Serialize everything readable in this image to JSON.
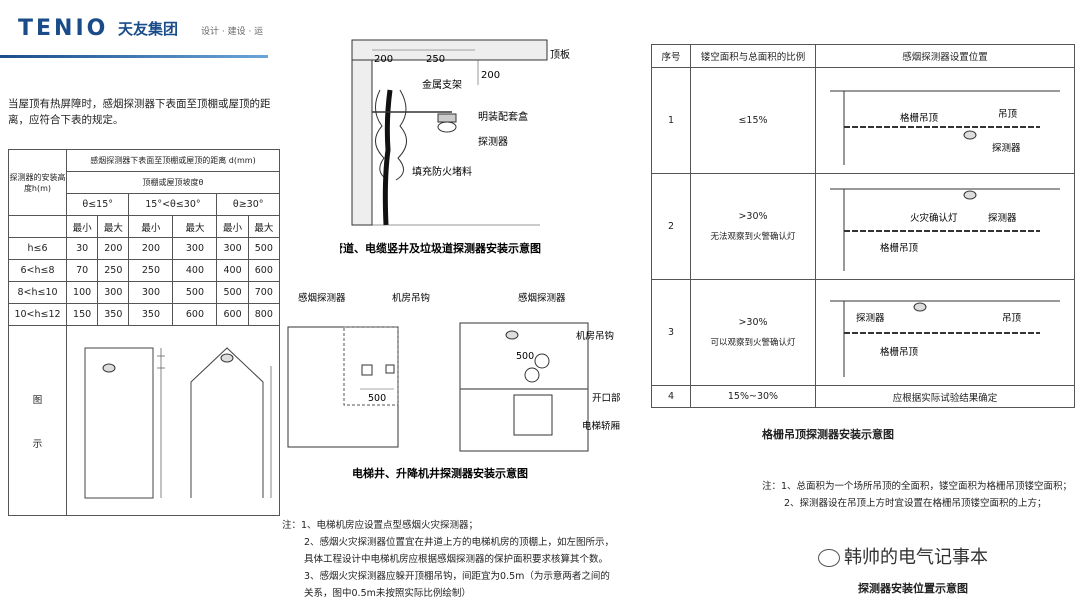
{
  "header": {
    "logo_text": "TENIO",
    "logo_cn": "天友集团",
    "logo_tagline": "设计 · 建设 · 运"
  },
  "intro_text": "当屋顶有热屏障时，感烟探测器下表面至顶棚或屋顶的距离，应符合下表的规定。",
  "height_table": {
    "col_install": "探测器的安装高度h(m)",
    "col_distance": "感烟探测器下表面至顶棚或屋顶的距离 d(mm)",
    "col_slope": "顶棚或屋顶坡度θ",
    "slopes": [
      "θ≤15°",
      "15°<θ≤30°",
      "θ≥30°"
    ],
    "minmax": [
      "最小",
      "最大"
    ],
    "rows": [
      {
        "h": "h≤6",
        "v": [
          "30",
          "200",
          "200",
          "300",
          "300",
          "500"
        ]
      },
      {
        "h": "6<h≤8",
        "v": [
          "70",
          "250",
          "250",
          "400",
          "400",
          "600"
        ]
      },
      {
        "h": "8<h≤10",
        "v": [
          "100",
          "300",
          "300",
          "500",
          "500",
          "700"
        ]
      },
      {
        "h": "10<h≤12",
        "v": [
          "150",
          "350",
          "350",
          "600",
          "600",
          "800"
        ]
      }
    ],
    "diagram_label_1": "图",
    "diagram_label_2": "示"
  },
  "shaft_diagram": {
    "dims": [
      "200",
      "250",
      "200"
    ],
    "labels": [
      "顶板",
      "金属支架",
      "明装配套盒",
      "探测器",
      "填充防火堵料"
    ],
    "caption": "管道、电缆竖井及垃圾道探测器安装示意图"
  },
  "elevator_diagram": {
    "labels": [
      "感烟探测器",
      "机房吊钩",
      "500",
      "感烟探测器",
      "机房吊钩",
      "500",
      "开口部",
      "电梯轿厢"
    ],
    "caption": "电梯井、升降机井探测器安装示意图"
  },
  "notes_left": {
    "prefix": "注：",
    "lines": [
      "1、电梯机房应设置点型感烟火灾探测器；",
      "2、感烟火灾探测器位置宜在井道上方的电梯机房的顶棚上，如左图所示，",
      "具体工程设计中电梯机房应根据感烟探测器的保护面积要求核算其个数。",
      "3、感烟火灾探测器应躲开顶棚吊钩，间距宜为0.5m（为示意两者之间的",
      "关系，图中0.5m未按照实际比例绘制）"
    ]
  },
  "grille_table": {
    "headers": [
      "序号",
      "镂空面积与总面积的比例",
      "感烟探测器设置位置"
    ],
    "rows": [
      {
        "no": "1",
        "ratio": "≤15%",
        "ratio2": "",
        "labels": [
          "吊顶",
          "格栅吊顶",
          "探测器"
        ]
      },
      {
        "no": "2",
        "ratio": ">30%",
        "ratio2": "无法观察到火警确认灯",
        "labels": [
          "火灾确认灯",
          "探测器",
          "格栅吊顶"
        ]
      },
      {
        "no": "3",
        "ratio": ">30%",
        "ratio2": "可以观察到火警确认灯",
        "labels": [
          "探测器",
          "吊顶",
          "格栅吊顶"
        ]
      },
      {
        "no": "4",
        "ratio": "15%~30%",
        "ratio2": "",
        "position": "应根据实际试验结果确定"
      }
    ],
    "caption": "格栅吊顶探测器安装示意图"
  },
  "notes_right": {
    "prefix": "注：",
    "lines": [
      "1、总面积为一个场所吊顶的全面积，镂空面积为格栅吊顶镂空面积；",
      "2、探测器设在吊顶上方时宜设置在格栅吊顶镂空面积的上方；"
    ]
  },
  "bottom_caption": "探测器安装位置示意图",
  "watermark": "韩帅的电气记事本"
}
